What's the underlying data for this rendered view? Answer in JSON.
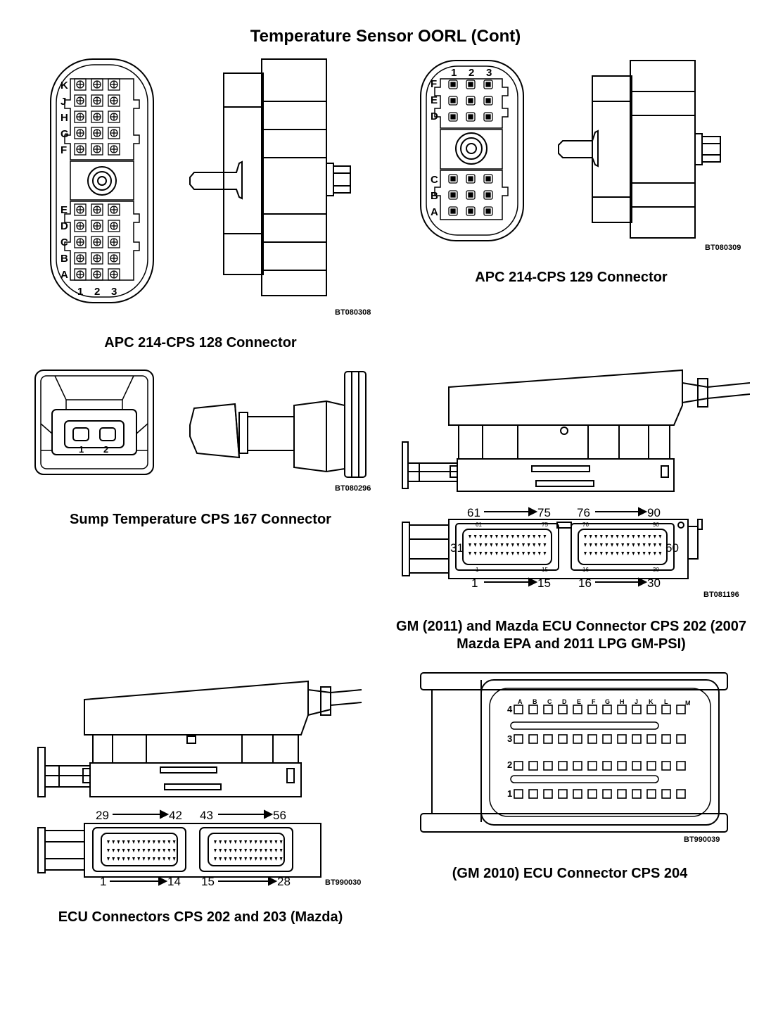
{
  "page_title": "Temperature Sensor OORL (Cont)",
  "figures": [
    {
      "caption": "APC 214-CPS 128 Connector",
      "code": "BT080308",
      "row_labels_top": [
        "K",
        "J",
        "H",
        "G",
        "F"
      ],
      "row_labels_bottom": [
        "E",
        "D",
        "C",
        "B",
        "A"
      ],
      "column_labels": [
        "1",
        "2",
        "3"
      ]
    },
    {
      "caption": "APC 214-CPS 129 Connector",
      "code": "BT080309",
      "row_labels_top": [
        "F",
        "E",
        "D"
      ],
      "row_labels_bottom": [
        "C",
        "B",
        "A"
      ],
      "column_labels": [
        "1",
        "2",
        "3"
      ]
    },
    {
      "caption": "Sump Temperature CPS 167 Connector",
      "code": "BT080296",
      "pin_labels": [
        "1",
        "2"
      ]
    },
    {
      "caption": "GM (2011) and Mazda ECU Connector CPS 202 (2007 Mazda EPA and 2011 LPG GM-PSI)",
      "caption_line1": "GM (2011) and Mazda ECU Connector CPS 202 (2007",
      "caption_line2": "Mazda EPA and 2011 LPG GM-PSI)",
      "code": "BT081196",
      "top_ranges": [
        [
          "61",
          "75"
        ],
        [
          "76",
          "90"
        ]
      ],
      "bottom_ranges": [
        [
          "1",
          "15"
        ],
        [
          "16",
          "30"
        ]
      ],
      "side_labels": [
        "31",
        "60"
      ],
      "small_labels": [
        "61",
        "75",
        "76",
        "90",
        "1",
        "15",
        "16",
        "30"
      ]
    },
    {
      "caption": "ECU Connectors CPS 202 and 203 (Mazda)",
      "code": "BT990030",
      "top_ranges": [
        [
          "29",
          "42"
        ],
        [
          "43",
          "56"
        ]
      ],
      "bottom_ranges": [
        [
          "1",
          "14"
        ],
        [
          "15",
          "28"
        ]
      ]
    },
    {
      "caption": "(GM 2010) ECU Connector CPS 204",
      "code": "BT990039",
      "column_labels": [
        "A",
        "B",
        "C",
        "D",
        "E",
        "F",
        "G",
        "H",
        "J",
        "K",
        "L",
        "M"
      ],
      "row_labels": [
        "4",
        "3",
        "2",
        "1"
      ]
    }
  ]
}
